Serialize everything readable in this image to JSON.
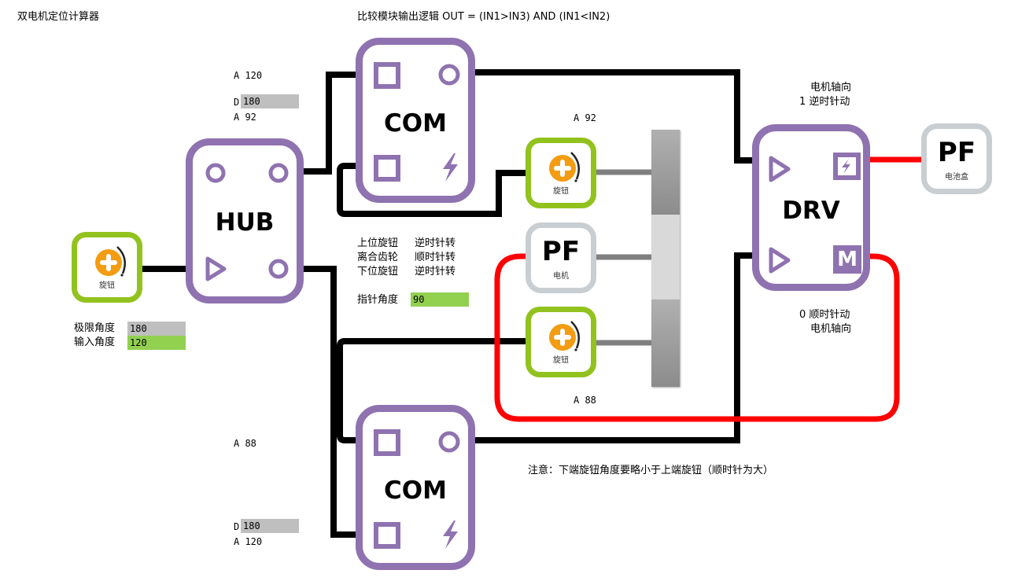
{
  "title": "双电机定位计算器",
  "compare_logic": "比较模块输出逻辑 OUT = (IN1>IN3) AND (IN1<IN2)",
  "colors": {
    "module_purple": "#8f72b0",
    "knob_green": "#92c21e",
    "knob_orange": "#f39c12",
    "pf_gray": "#c9ced2",
    "wire_black": "#000000",
    "wire_red": "#ff0000",
    "axle_gray": "#808080",
    "field_gray": "#bfbfbf",
    "field_green": "#92d050"
  },
  "inputs": {
    "limit_angle_label": "极限角度",
    "limit_angle_value": "180",
    "input_angle_label": "输入角度",
    "input_angle_value": "120"
  },
  "upper_com_params": {
    "a_in": "A 120",
    "d_prefix": "D",
    "d_value": "180",
    "a_out": "A 92"
  },
  "lower_com_params": {
    "a_in": "A 88",
    "d_prefix": "D",
    "d_value": "180",
    "a_out": "A 120"
  },
  "knob_labels": {
    "upper_knob_angle": "A 92",
    "lower_knob_angle": "A 88"
  },
  "rotation_notes": {
    "line1_name": "上位旋钮",
    "line1_dir": "逆时针转",
    "line2_name": "离合齿轮",
    "line2_dir": "顺时针转",
    "line3_name": "下位旋钮",
    "line3_dir": "逆时针转",
    "pointer_angle_label": "指针角度",
    "pointer_angle_value": "90"
  },
  "motor_notes": {
    "top_line1": "电机轴向",
    "top_line2": "1 逆时针动",
    "bottom_line1": "0 顺时针动",
    "bottom_line2": "电机轴向"
  },
  "note": "注意：下端旋钮角度要略小于上端旋钮（顺时针为大）",
  "modules": {
    "hub": "HUB",
    "com_upper": "COM",
    "com_lower": "COM",
    "drv": "DRV",
    "drv_motor_port": "M"
  },
  "knobs": {
    "input_knob_label": "旋钮",
    "upper_knob_label": "旋钮",
    "lower_knob_label": "旋钮"
  },
  "pf_blocks": {
    "motor_big": "PF",
    "motor_label": "电机",
    "battery_big": "PF",
    "battery_label": "电池盒"
  }
}
